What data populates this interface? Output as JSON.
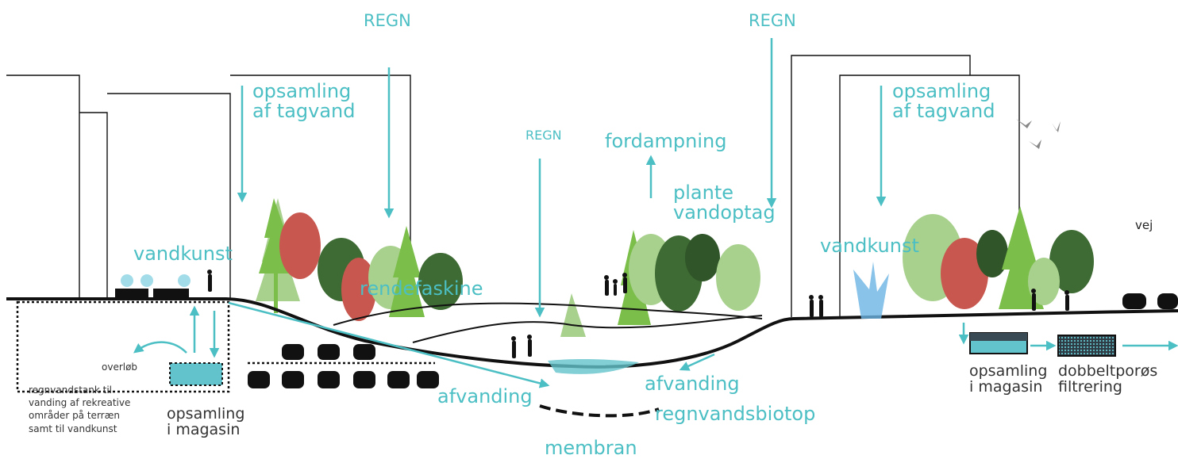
{
  "labels": {
    "regn_1": "REGN",
    "regn_2": "REGN",
    "regn_3": "REGN",
    "opsamling_tagvand_left": "opsamling\naf tagvand",
    "opsamling_tagvand_right": "opsamling\naf tagvand",
    "fordampning": "fordampning",
    "plante_vandoptag": "plante\nvandoptag",
    "vandkunst_left": "vandkunst",
    "vandkunst_right": "vandkunst",
    "rendefaskine": "rendefaskine",
    "vej": "vej",
    "overloeb": "overløb",
    "regnvandstank": "regnvandstank til\nvanding af rekreative\nområder på terræn\nsamt til vandkunst",
    "opsamling_magasin_left": "opsamling\ni magasin",
    "afvanding_left": "afvanding",
    "afvanding_right": "afvanding",
    "regnvandsbiotop": "regnvandsbiotop",
    "membran": "membran",
    "opsamling_magasin_right": "opsamling\ni magasin",
    "dobbeltporoes_filtrering": "dobbeltporøs\nfiltrering"
  },
  "colors": {
    "accent": "#4cbfc4",
    "ground": "#111111",
    "tree_light": "#a9d18e",
    "tree_green": "#7bbf4a",
    "tree_dark": "#3e6b33",
    "tree_red": "#c8574f",
    "water": "#63c3cc"
  }
}
